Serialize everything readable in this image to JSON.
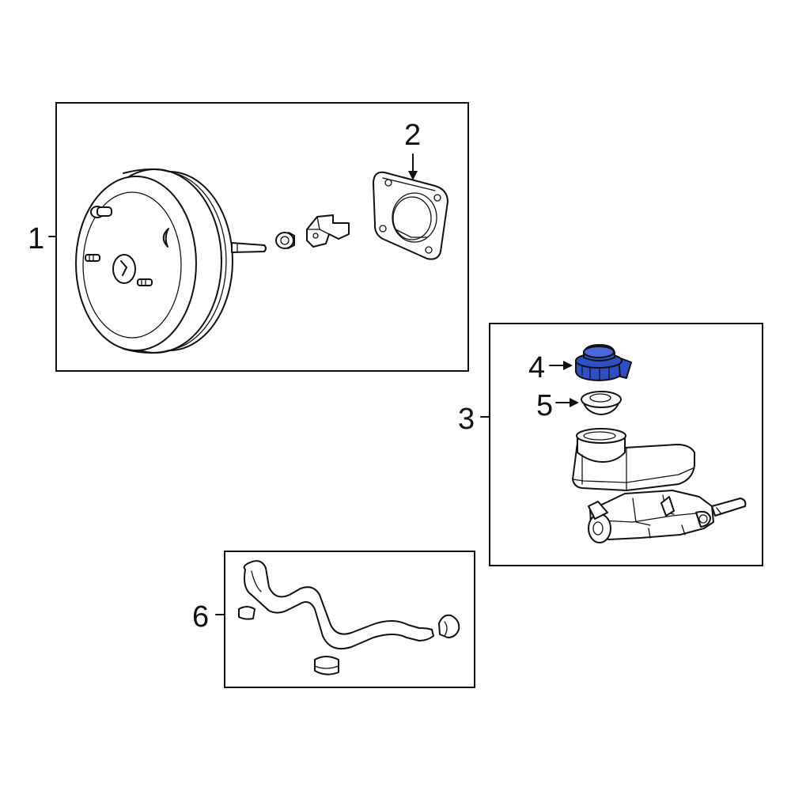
{
  "callouts": {
    "c1": "1",
    "c2": "2",
    "c3": "3",
    "c4": "4",
    "c5": "5",
    "c6": "6"
  },
  "colors": {
    "highlight": "#2f4fc4",
    "highlight_dark": "#1f3590",
    "line": "#111111"
  },
  "parts": [
    {
      "callout": "1",
      "name": "brake-booster"
    },
    {
      "callout": "2",
      "name": "booster-gasket"
    },
    {
      "callout": "3",
      "name": "master-cylinder"
    },
    {
      "callout": "4",
      "name": "reservoir-cap",
      "highlighted": true
    },
    {
      "callout": "5",
      "name": "cap-seal"
    },
    {
      "callout": "6",
      "name": "vacuum-hose"
    }
  ]
}
